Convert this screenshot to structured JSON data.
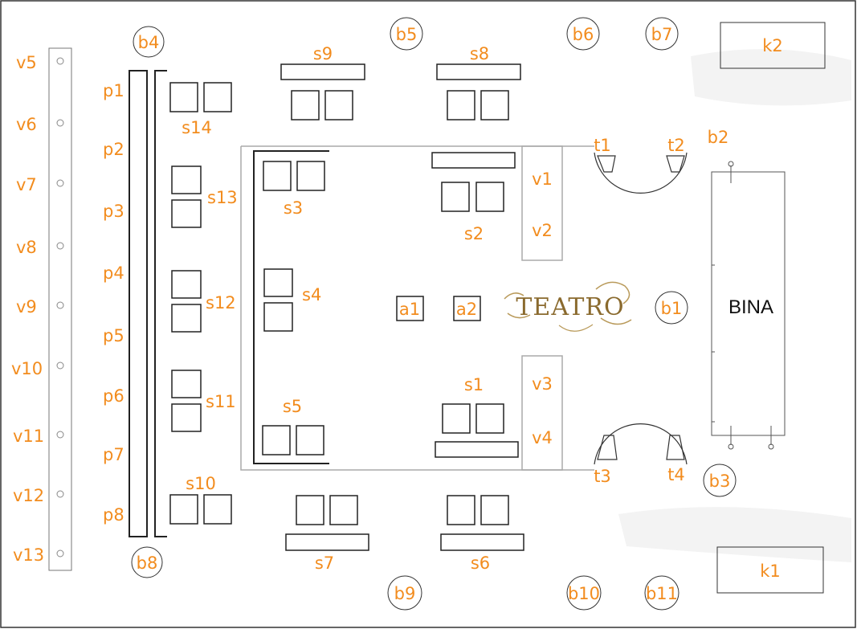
{
  "stage": "BINA",
  "logo": "TEATRO",
  "aisle_blocks": {
    "a1": "a1",
    "a2": "a2"
  },
  "entrances": {
    "k1": "k1",
    "k2": "k2"
  },
  "walkway_labels": [
    "v1",
    "v2",
    "v3",
    "v4"
  ],
  "left_column_labels": [
    "v5",
    "v6",
    "v7",
    "v8",
    "v9",
    "v10",
    "v11",
    "v12",
    "v13"
  ],
  "p_labels": [
    "p1",
    "p2",
    "p3",
    "p4",
    "p5",
    "p6",
    "p7",
    "p8"
  ],
  "b_labels": {
    "b1": "b1",
    "b2": "b2",
    "b3": "b3",
    "b4": "b4",
    "b5": "b5",
    "b6": "b6",
    "b7": "b7",
    "b8": "b8",
    "b9": "b9",
    "b10": "b10",
    "b11": "b11"
  },
  "s_labels": {
    "s1": "s1",
    "s2": "s2",
    "s3": "s3",
    "s4": "s4",
    "s5": "s5",
    "s6": "s6",
    "s7": "s7",
    "s8": "s8",
    "s9": "s9",
    "s10": "s10",
    "s11": "s11",
    "s12": "s12",
    "s13": "s13",
    "s14": "s14"
  },
  "t_labels": {
    "t1": "t1",
    "t2": "t2",
    "t3": "t3",
    "t4": "t4"
  },
  "colors": {
    "label": "#f28c1e",
    "line": "#222222",
    "light_line": "#aaaaaa",
    "logo": "#8a6a2e"
  }
}
